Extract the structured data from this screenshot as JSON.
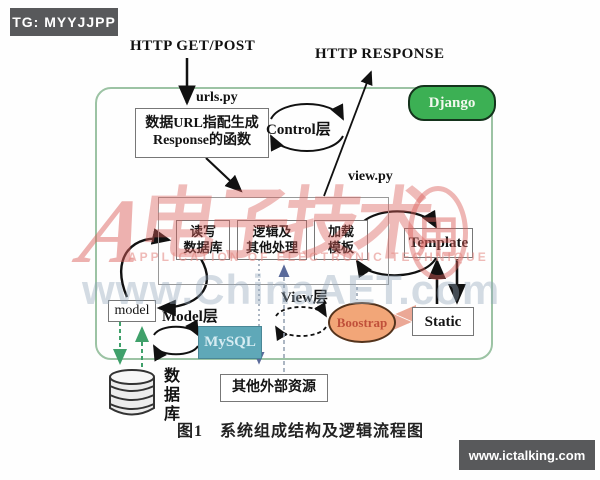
{
  "colors": {
    "badge_bg": "#58595b",
    "container_border": "#9cc3a4",
    "django_green": "#3cb054",
    "mysql_teal": "#5fa8b8",
    "bootstrap_orange": "#f2a678",
    "salmon_arrow": "#eba896",
    "green_arrow": "#3fa06a",
    "watermark_red": "#dc5f5a",
    "watermark_gray": "#94a8bc"
  },
  "badges": {
    "tg": "TG: MYYJJPP",
    "site": "www.ictalking.com"
  },
  "flow": {
    "http_in": "HTTP GET/POST",
    "http_out": "HTTP RESPONSE",
    "django": "Django",
    "urls_label": "urls.py",
    "urls_box": [
      "数据URL指配生成",
      "Response的函数"
    ],
    "control_layer": "Control层",
    "view_label": "view.py",
    "read_db": [
      "读写",
      "数据库"
    ],
    "logic": [
      "逻辑及",
      "其他处理"
    ],
    "load_tpl": [
      "加载",
      "模板"
    ],
    "template": "Template",
    "static": "Static",
    "model": "model",
    "model_layer": "Model层",
    "mysql": "MySQL",
    "view_layer": "View层",
    "bootstrap": "Boostrap",
    "external": "其他外部资源",
    "database": "数据库",
    "caption": "图1　系统组成结构及逻辑流程图"
  },
  "watermark": {
    "logo_mark": "A",
    "calligraphy": "电子技术",
    "circled_char": "用",
    "subtitle": "APPLICATION OF ELECTRONIC TECHNIQUE",
    "url": "www.ChinaAET.com"
  },
  "icons": {
    "cycle_arrows": "circular-refresh-arrows",
    "database_cylinder": "stacked-disk-database",
    "arrowheads": "triangle-arrowheads"
  }
}
